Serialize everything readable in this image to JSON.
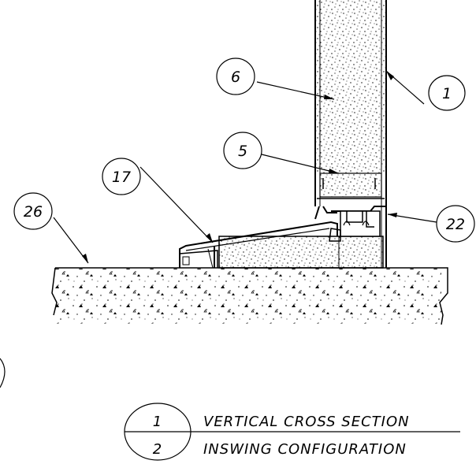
{
  "callouts": [
    {
      "id": "c1",
      "label": "1"
    },
    {
      "id": "c6",
      "label": "6"
    },
    {
      "id": "c5",
      "label": "5"
    },
    {
      "id": "c17",
      "label": "17"
    },
    {
      "id": "c22",
      "label": "22"
    },
    {
      "id": "c26",
      "label": "26"
    }
  ],
  "title_block": {
    "detail_number": "1",
    "sheet_number": "2",
    "line1": "VERTICAL CROSS SECTION",
    "line2": "INSWING CONFIGURATION"
  },
  "colors": {
    "ink": "#000000",
    "background": "#ffffff"
  }
}
